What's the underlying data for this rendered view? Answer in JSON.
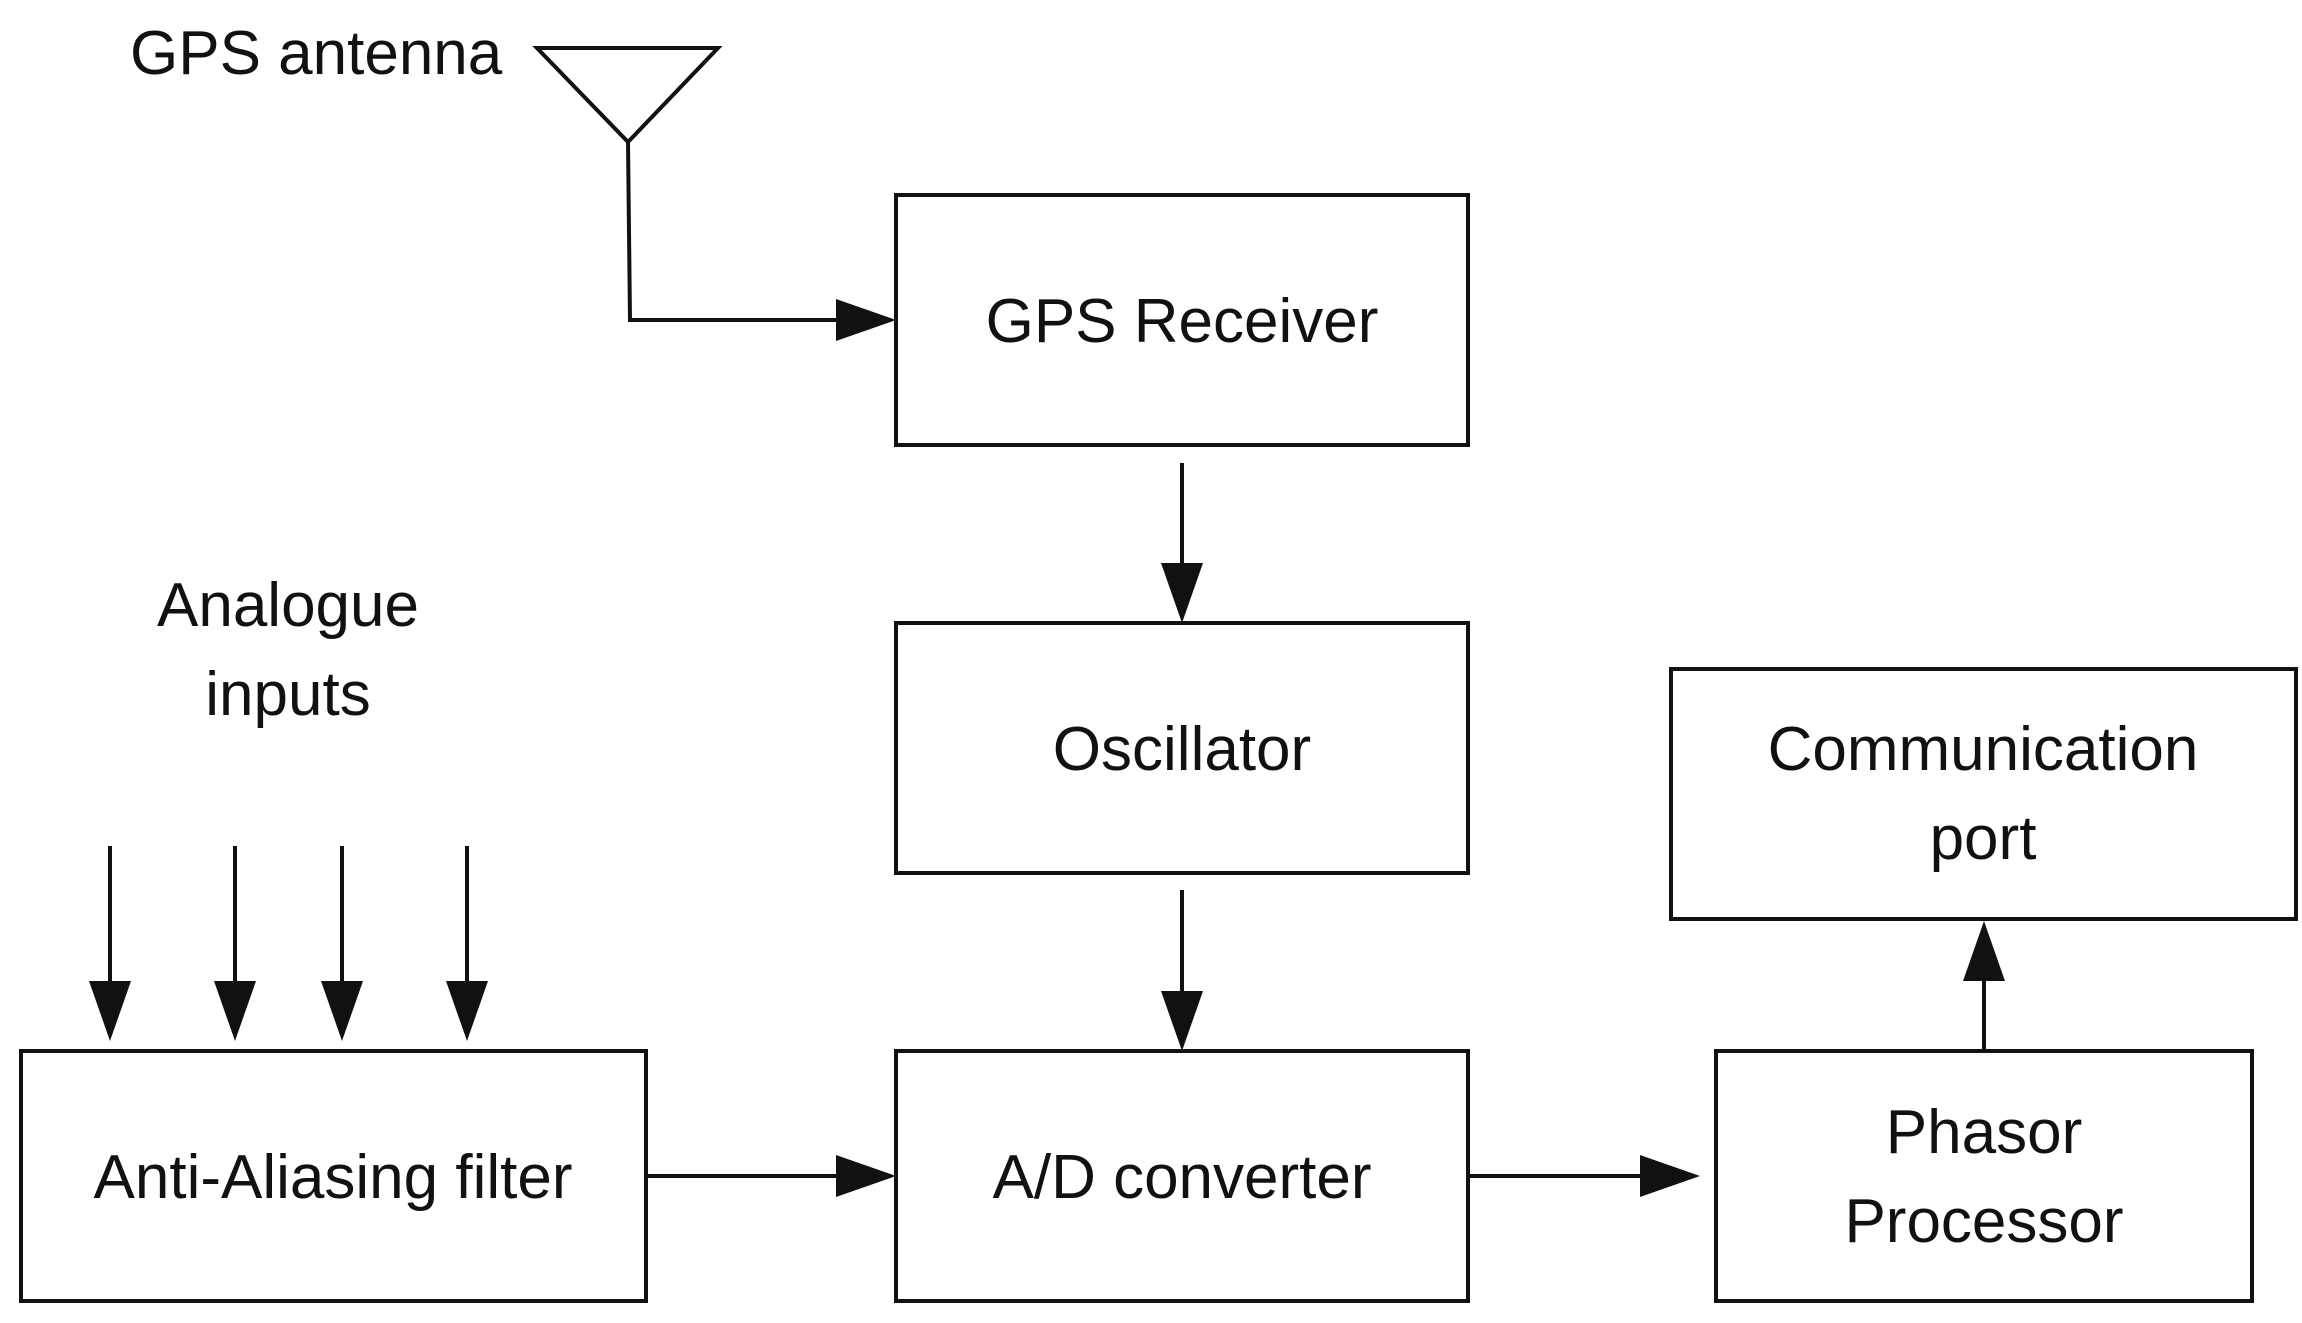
{
  "labels": {
    "gps_antenna": "GPS antenna",
    "analogue_inputs_line1": "Analogue",
    "analogue_inputs_line2": "inputs"
  },
  "blocks": {
    "gps_receiver": "GPS Receiver",
    "oscillator": "Oscillator",
    "communication_port_line1": "Communication",
    "communication_port_line2": "port",
    "anti_aliasing_filter": "Anti-Aliasing filter",
    "ad_converter": "A/D converter",
    "phasor_processor_line1": "Phasor",
    "phasor_processor_line2": "Processor"
  },
  "icons": {
    "antenna": "antenna-triangle-icon"
  },
  "colors": {
    "stroke": "#111111",
    "background": "#ffffff"
  }
}
